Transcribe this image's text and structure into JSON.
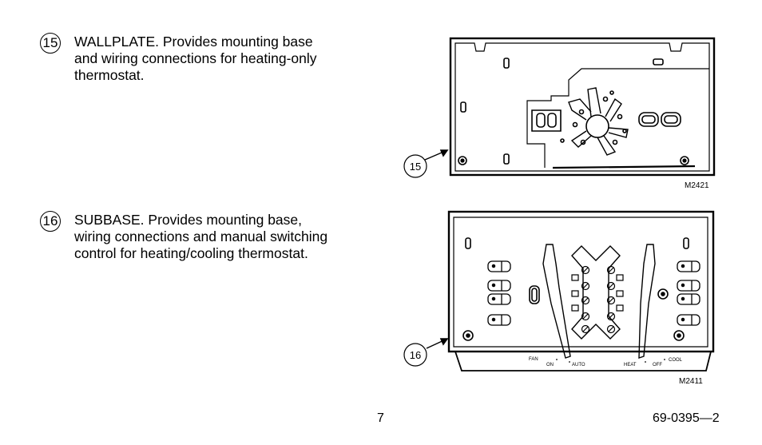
{
  "items": [
    {
      "number": "15",
      "lines": [
        "WALLPLATE. Provides mounting base",
        "and wiring connections for heating-only",
        "thermostat."
      ],
      "callout": "15",
      "figure_code": "M2421"
    },
    {
      "number": "16",
      "lines": [
        "SUBBASE. Provides mounting base,",
        "wiring connections and manual switching",
        "control for heating/cooling thermostat."
      ],
      "callout": "16",
      "figure_code": "M2411",
      "switch_labels": {
        "fan": "FAN",
        "on": "ON",
        "auto": "AUTO",
        "heat": "HEAT",
        "off": "OFF",
        "cool": "COOL"
      }
    }
  ],
  "footer": {
    "page_number": "7",
    "doc_code": "69-0395—2"
  }
}
